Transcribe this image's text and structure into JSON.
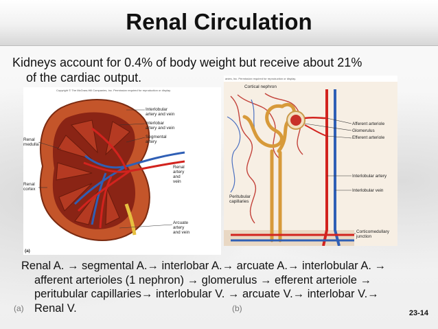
{
  "slide": {
    "title": "Renal Circulation",
    "intro_line1": "Kidneys account for 0.4% of body weight but receive about 21%",
    "intro_line2": "of the cardiac output.",
    "pathway": [
      "Renal A. → segmental A.→ interlobar A.→ arcuate A.→ interlobular A. →",
      "afferent arterioles (1 nephron) → glomerulus → efferent arteriole →",
      "peritubular capillaries→ interlobular V. → arcuate V.→ interlobar V.→",
      "Renal V."
    ],
    "slide_number": "23-14",
    "tag_a": "(a)",
    "tag_b": "(b)"
  },
  "figure_a": {
    "copyright": "Copyright © The McGraw-Hill Companies, Inc. Permission required for reproduction or display.",
    "panel_label": "(a)",
    "labels": {
      "interlobular": "Interlobular\nartery and vein",
      "interlobar": "Interlobar\nartery and vein",
      "segmental": "Segmental\nartery",
      "renal_medulla": "Renal\nmedulla",
      "renal_av": "Renal\nartery\nand\nvein",
      "renal_cortex": "Renal\ncortex",
      "arcuate": "Arcuate\nartery\nand vein"
    }
  },
  "figure_b": {
    "copyright": "anies, Inc. Permission required for reproduction or display.",
    "labels": {
      "cortical_nephron": "Cortical nephron",
      "afferent": "Afferent arteriole",
      "glomerulus": "Glomerulus",
      "efferent": "Efferent arteriole",
      "interlobular_artery": "Interlobular artery",
      "interlobular_vein": "Interlobular vein",
      "peritubular": "Peritubular\ncapillaries",
      "corticomedullary": "Corticomedullary\njunction"
    }
  },
  "colors": {
    "artery": "#d2231e",
    "vein": "#2f5fb5",
    "kidney_cortex": "#c4552a",
    "tubule": "#e6b25b"
  }
}
